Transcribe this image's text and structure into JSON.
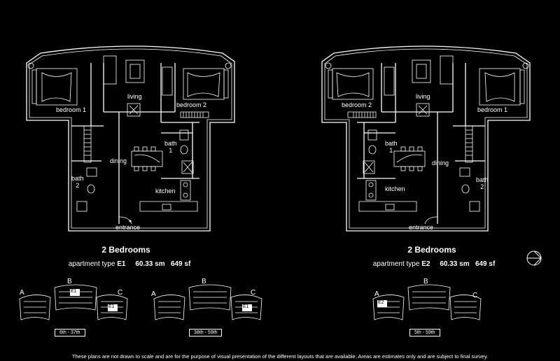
{
  "plans": [
    {
      "rooms": {
        "bedroom_a": "bedroom 1",
        "living": "living",
        "bedroom_b": "bedroom 2",
        "bath_1": "bath\n1",
        "dining": "dining",
        "bath_2": "bath\n2",
        "kitchen": "kitchen",
        "entrance": "entrance"
      },
      "heading": "2 Bedrooms",
      "type_prefix": "apartment  type ",
      "type_code": "E1",
      "area_sm": "60.33 sm",
      "area_sf": "649 sf",
      "key_plans": [
        {
          "letters": [
            "A",
            "B",
            "C"
          ],
          "floors": "6th - 37th",
          "badges": [
            "E1",
            "E1"
          ]
        },
        {
          "letters": [
            "A",
            "B",
            "C"
          ],
          "floors": "38th - 59th",
          "badges": [
            "E1"
          ]
        }
      ]
    },
    {
      "rooms": {
        "bedroom_a": "bedroom 2",
        "living": "living",
        "bedroom_b": "bedroom 1",
        "bath_1": "bath\n1",
        "dining": "dining",
        "bath_2": "bath\n2",
        "kitchen": "kitchen",
        "entrance": "entrance"
      },
      "heading": "2 Bedrooms",
      "type_prefix": "apartment  type ",
      "type_code": "E2",
      "area_sm": "60.33 sm",
      "area_sf": "649 sf",
      "key_plans": [
        {
          "letters": [
            "A",
            "B",
            "C"
          ],
          "floors": "5th - 59th",
          "badges": [
            "E2"
          ]
        }
      ]
    }
  ],
  "footer": "These plans are not drawn to scale and are for the purpose of visual presentation of the different layouts that are available. Areas are estimates only and are subject to final survey.",
  "icons": [
    "north-arrow-icon"
  ],
  "colors": {
    "background": "#000000",
    "lines": "#ffffff"
  }
}
